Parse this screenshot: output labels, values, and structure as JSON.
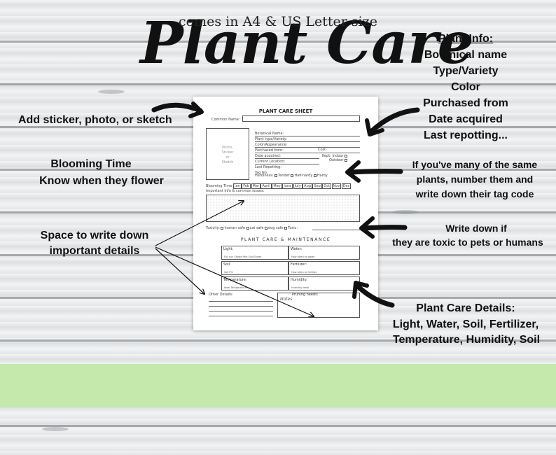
{
  "title": "Plant Care",
  "labels": {
    "add_sticker": "Add sticker, photo, or sketch",
    "blooming_line1": "Blooming Time",
    "blooming_line2": "Know when they flower",
    "space_line1": "Space to write down",
    "space_line2": "important details",
    "many_line1": "If you've many of the same",
    "many_line2": "plants, number them and",
    "many_line3": "write down their tag code",
    "toxic_line1": "Write down if",
    "toxic_line2": "they are toxic to pets or humans",
    "details_line1": "Plant Care Details:",
    "details_line2": "Light, Water, Soil, Fertilizer,",
    "details_line3": "Temperature, Humidity, Soil"
  },
  "plant_info": {
    "heading": "Plant Info:",
    "items": [
      "Botanical name",
      "Type/Variety",
      "Color",
      "Purchased from",
      "Date acquired",
      "Last repotting..."
    ]
  },
  "sheet": {
    "title": "PLANT CARE SHEET",
    "common_name": "Common Name:",
    "photo_text": [
      "Photo,",
      "Sticker",
      "or",
      "Sketch"
    ],
    "fields": [
      "Botanical Name:",
      "Plant type/Variety:",
      "Color/Appearance:",
      "Purchased from:",
      "Date acquired:",
      "Current Location:",
      "Last Repotting:",
      "Tag No:"
    ],
    "cost": "Cost:",
    "kept": [
      "Kept: Indoor",
      "Outdoor"
    ],
    "hardiness": {
      "label": "Hardiness:",
      "options": [
        "Tender",
        "Half-hardy",
        "Hardy"
      ]
    },
    "blooming": {
      "label": "Blooming Time",
      "months": [
        "Jan",
        "Feb",
        "Mar",
        "April",
        "May",
        "June",
        "July",
        "Aug",
        "Sep",
        "Oct",
        "Nov",
        "Dec"
      ]
    },
    "important": "Important Info & common issues:",
    "toxicity": {
      "label": "Toxicity:",
      "options": [
        "human safe",
        "cat safe",
        "dog safe",
        "Toxic:"
      ]
    },
    "maintenance": "PLANT CARE & MAINTENANCE",
    "cells": {
      "light": {
        "label": "Light:",
        "sub": "Full sun  Shade  Part Sun/Shade"
      },
      "water": {
        "label": "Water:",
        "sub": "How often to water"
      },
      "soil": {
        "label": "Soil:",
        "sub": "Soil PH:"
      },
      "fertilizer": {
        "label": "Fertilizer:",
        "sub": "How often to fertilize"
      },
      "temperature": {
        "label": "Temperature:",
        "sub": "Ideal Temperature"
      },
      "humidity": {
        "label": "Humidity:",
        "sub": "Humidity level"
      },
      "pruning": {
        "label": "Pruning needs:"
      }
    },
    "other_details": "Other Details:",
    "notes": "Notes"
  },
  "banner": {
    "text": "comes in A4 &  US Letter size",
    "color": "#c5e8ac"
  }
}
